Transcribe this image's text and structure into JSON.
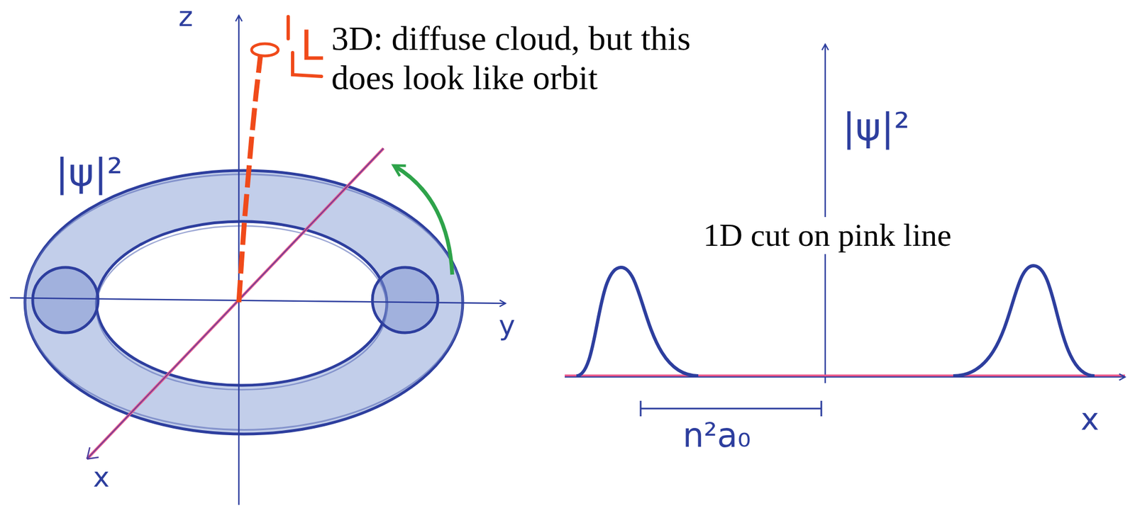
{
  "diagram": {
    "labels": [
      "3D: diffuse cloud, but this does look like orbit",
      "1D cut on pink line",
      "|ψ|²",
      "|ψ|²",
      "z",
      "L",
      "y",
      "x",
      "x",
      "n²a₀"
    ]
  }
}
